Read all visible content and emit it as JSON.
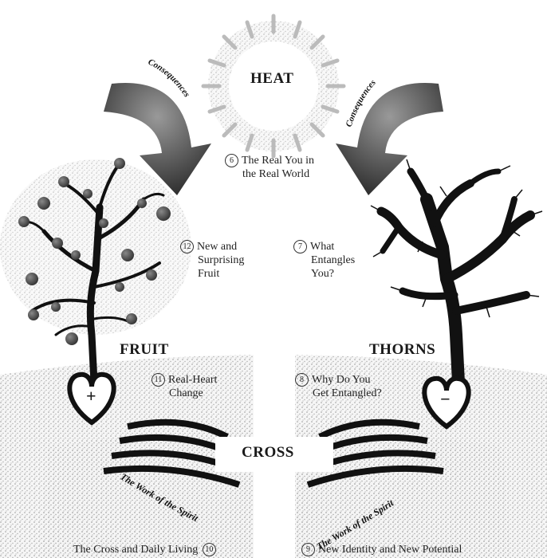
{
  "title_nodes": {
    "heat": "HEAT",
    "fruit": "FRUIT",
    "thorns": "THORNS",
    "cross": "CROSS"
  },
  "arrows": {
    "left_label": "Consequences",
    "right_label": "Consequences"
  },
  "soil": {
    "left_label": "The Work of the Spirit",
    "right_label": "The Work of the Spirit"
  },
  "hearts": {
    "left_symbol": "+",
    "right_symbol": "−"
  },
  "steps": [
    {
      "num": "6",
      "line1": "The Real You in",
      "line2": "the Real World"
    },
    {
      "num": "7",
      "line1": "What",
      "line2": "Entangles",
      "line3": "You?"
    },
    {
      "num": "8",
      "line1": "Why Do You",
      "line2": "Get Entangled?"
    },
    {
      "num": "9",
      "line1": "New Identity and New Potential"
    },
    {
      "num": "10",
      "line1": "The Cross and Daily Living"
    },
    {
      "num": "11",
      "line1": "Real-Heart",
      "line2": "Change"
    },
    {
      "num": "12",
      "line1": "New and",
      "line2": "Surprising",
      "line3": "Fruit"
    }
  ],
  "colors": {
    "ink": "#111111",
    "soil": "#9a9a9a",
    "fruit": "#555555"
  }
}
